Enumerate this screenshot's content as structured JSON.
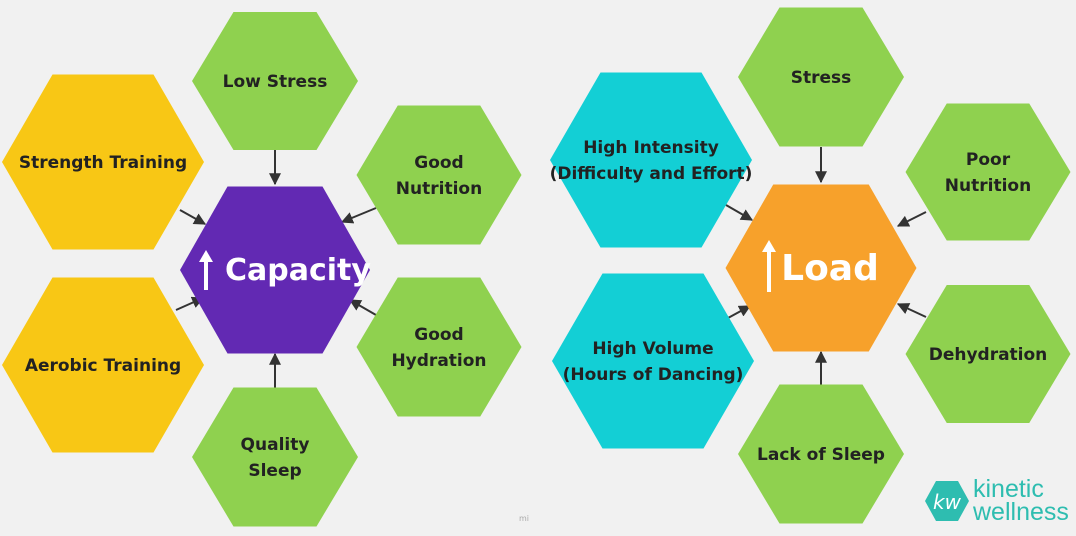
{
  "capacity_diagram": {
    "center": {
      "label": "Capacity",
      "color": "#6229b3"
    },
    "factors": [
      {
        "lines": [
          "Low Stress"
        ],
        "color": "#8fd14f"
      },
      {
        "lines": [
          "Strength Training"
        ],
        "color": "#f8c715"
      },
      {
        "lines": [
          "Good",
          "Nutrition"
        ],
        "color": "#8fd14f"
      },
      {
        "lines": [
          "Aerobic Training"
        ],
        "color": "#f8c715"
      },
      {
        "lines": [
          "Good",
          "Hydration"
        ],
        "color": "#8fd14f"
      },
      {
        "lines": [
          "Quality",
          "Sleep"
        ],
        "color": "#8fd14f"
      }
    ]
  },
  "load_diagram": {
    "center": {
      "label": "Load",
      "color": "#f7a12b"
    },
    "factors": [
      {
        "lines": [
          "Stress"
        ],
        "color": "#8fd14f"
      },
      {
        "lines": [
          "High Intensity",
          "(Difficulty and Effort)"
        ],
        "color": "#13cfd5"
      },
      {
        "lines": [
          "Poor",
          "Nutrition"
        ],
        "color": "#8fd14f"
      },
      {
        "lines": [
          "High Volume",
          "(Hours of Dancing)"
        ],
        "color": "#13cfd5"
      },
      {
        "lines": [
          "Dehydration"
        ],
        "color": "#8fd14f"
      },
      {
        "lines": [
          "Lack of Sleep"
        ],
        "color": "#8fd14f"
      }
    ]
  },
  "logo": {
    "line1": "kinetic",
    "line2": "wellness",
    "mark": "KW",
    "color": "#2ebdb0"
  },
  "watermark": "mi"
}
